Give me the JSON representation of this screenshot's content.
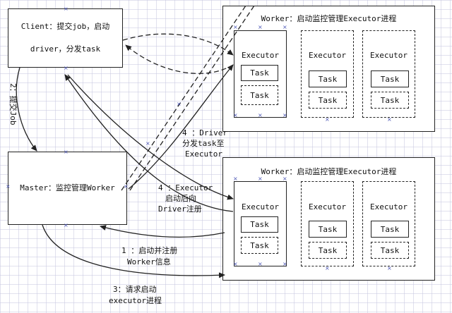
{
  "client": {
    "line1": "Client：提交job，启动",
    "line2": "driver，分发task"
  },
  "master": {
    "label": "Master：监控管理Worker"
  },
  "workers": [
    {
      "title": "Worker：启动监控管理Executor进程",
      "executors": [
        {
          "label": "Executor",
          "tasks": [
            "Task",
            "Task"
          ]
        },
        {
          "label": "Executor",
          "tasks": [
            "Task",
            "Task"
          ]
        },
        {
          "label": "Executor",
          "tasks": [
            "Task",
            "Task"
          ]
        }
      ]
    },
    {
      "title": "Worker：启动监控管理Executor进程",
      "executors": [
        {
          "label": "Executor",
          "tasks": [
            "Task",
            "Task"
          ]
        },
        {
          "label": "Executor",
          "tasks": [
            "Task",
            "Task"
          ]
        },
        {
          "label": "Executor",
          "tasks": [
            "Task",
            "Task"
          ]
        }
      ]
    }
  ],
  "arrows": {
    "submit_job": "2：提交Job",
    "driver_dispatch_1": "4 ：Driver",
    "driver_dispatch_2": "分发task至",
    "driver_dispatch_3": "Executor",
    "executor_register_1": "4 ：Executor",
    "executor_register_2": "启动后向",
    "executor_register_3": "Driver注册",
    "worker_register_1": "1 ：启动并注册",
    "worker_register_2": "Worker信息",
    "request_executor_1": "3：请求启动",
    "request_executor_2": "executor进程"
  },
  "colors": {
    "line": "#222222",
    "marker": "#4a55b5",
    "grid": "#c8c8e1"
  }
}
